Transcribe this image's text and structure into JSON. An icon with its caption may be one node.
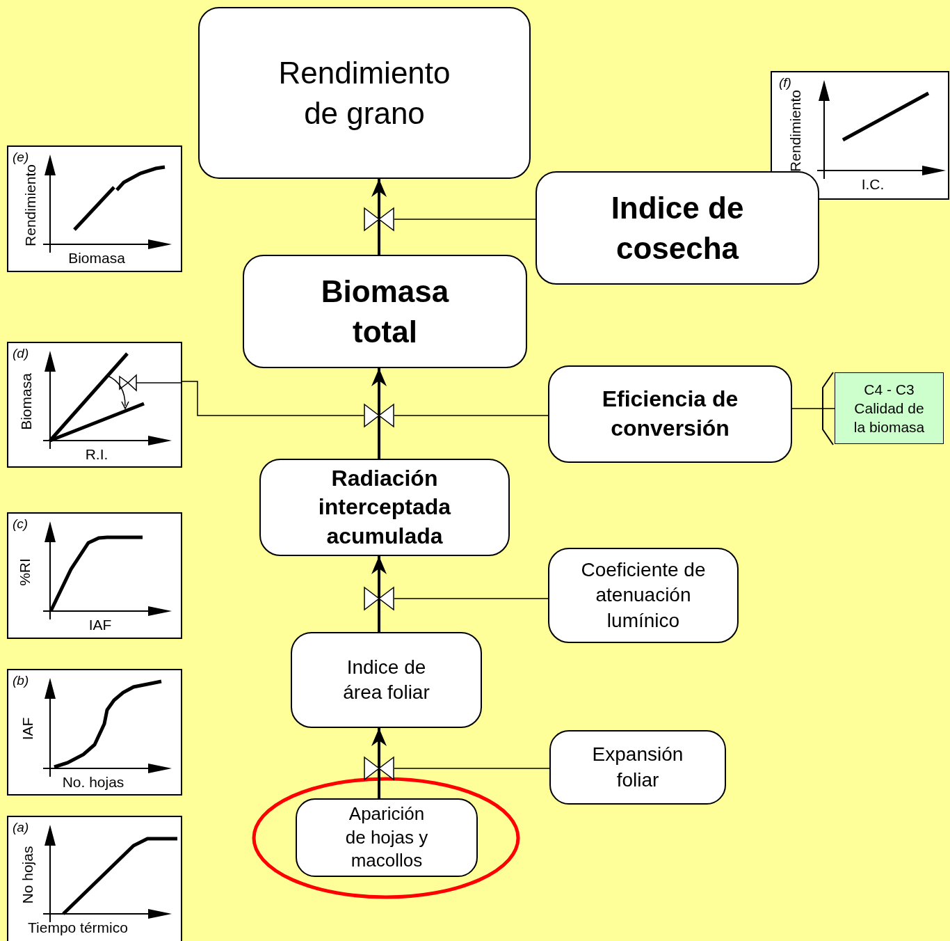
{
  "diagram": {
    "nodes": [
      {
        "text": [
          "Rendimiento de grano"
        ]
      },
      {
        "text": [
          "(f)",
          "Rendimiento",
          "I.C."
        ]
      },
      {
        "text": [
          "Indice de cosecha"
        ]
      },
      {
        "text": [],
        "shape": "valve"
      },
      {
        "text": [
          "(e)",
          "Rendimiento",
          "Biomasa"
        ]
      },
      {
        "text": [
          "Biomasa total"
        ]
      },
      {
        "text": [
          "(d)",
          "Biomasa",
          "R.I."
        ]
      },
      {
        "text": [],
        "shape": "valve"
      },
      {
        "text": [
          "Eficiencia de conversión"
        ]
      },
      {
        "text": [
          "C4 - C3",
          "Calidad de la biomasa"
        ]
      },
      {
        "text": [
          "Radiación interceptada acumulada"
        ]
      },
      {
        "text": [
          "(c)",
          "%RI",
          "IAF"
        ]
      },
      {
        "text": [],
        "shape": "valve"
      },
      {
        "text": [
          "Coeficiente de atenuación lumínico"
        ]
      },
      {
        "text": [
          "Indice de área foliar"
        ]
      },
      {
        "text": [
          "(b)",
          "IAF",
          "No. hojas"
        ]
      },
      {
        "text": [],
        "shape": "valve"
      },
      {
        "text": [
          "Expansión foliar"
        ]
      },
      {
        "text": [
          "Aparición de hojas y macollos"
        ]
      },
      {
        "text": [
          "(a)",
          "No hojas",
          "Tiempo térmico"
        ]
      }
    ],
    "edges": [
      {
        "from": 18,
        "to": 16,
        "arrow": "none"
      },
      {
        "from": 16,
        "to": 14,
        "arrow": "to"
      },
      {
        "from": 17,
        "to": 16,
        "arrow": "none"
      },
      {
        "from": 14,
        "to": 12,
        "arrow": "none"
      },
      {
        "from": 12,
        "to": 10,
        "arrow": "to"
      },
      {
        "from": 13,
        "to": 12,
        "arrow": "none"
      },
      {
        "from": 10,
        "to": 7,
        "arrow": "none"
      },
      {
        "from": 7,
        "to": 5,
        "arrow": "to"
      },
      {
        "from": 8,
        "to": 7,
        "arrow": "none"
      },
      {
        "from": 7,
        "to": 6,
        "arrow": "none"
      },
      {
        "from": 8,
        "to": 9,
        "arrow": "other"
      },
      {
        "from": 5,
        "to": 3,
        "arrow": "none"
      },
      {
        "from": 3,
        "to": 0,
        "arrow": "to"
      },
      {
        "from": 2,
        "to": 3,
        "arrow": "none"
      }
    ]
  }
}
